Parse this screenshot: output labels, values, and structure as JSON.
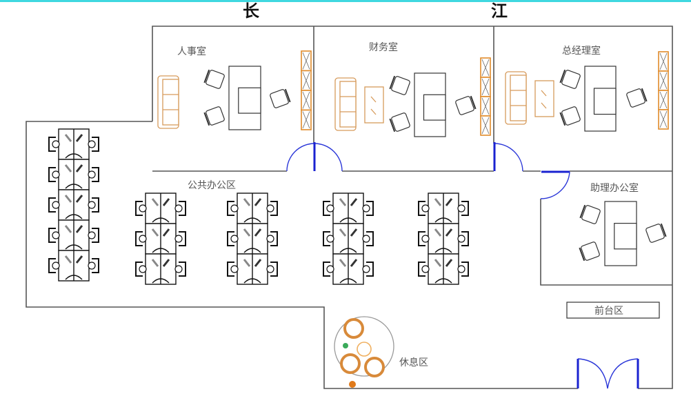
{
  "title_text": [
    "长",
    "江"
  ],
  "rooms": {
    "hr": "人事室",
    "finance": "财务室",
    "gm": "总经理室",
    "assistant": "助理办公室",
    "public": "公共办公区",
    "reception": "前台区",
    "lounge": "休息区"
  },
  "workstation_columns": [
    5,
    3,
    3,
    3,
    3
  ],
  "colors": {
    "wall": "#555555",
    "door": "#2a36d8",
    "wood_furniture": "#d69a5a",
    "accent_bar": "#3fd8e0"
  }
}
